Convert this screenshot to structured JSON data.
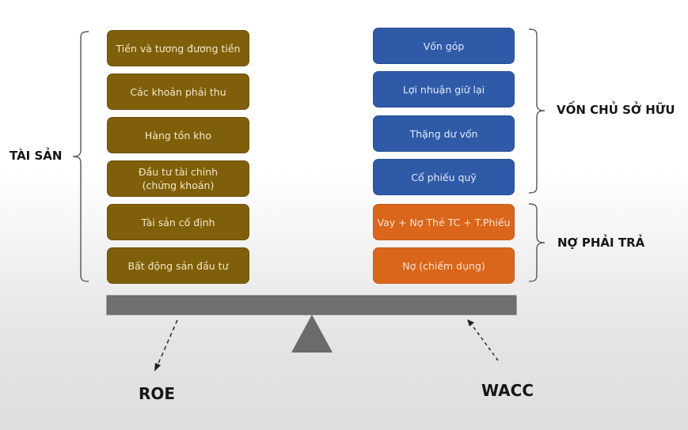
{
  "assets": {
    "label": "TÀI SẢN",
    "items": [
      "Tiền và tương đương tiền",
      "Các khoản phải thu",
      "Hàng tồn kho",
      "Đầu tư tài chính\n(chứng khoán)",
      "Tài sản cố định",
      "Bất động sản đầu tư"
    ],
    "color": "#7f5f0a"
  },
  "equity": {
    "label": "VỐN CHỦ SỞ HỮU",
    "items": [
      "Vốn góp",
      "Lợi nhuận giữ lại",
      "Thặng dư vốn",
      "Cổ phiếu quỹ"
    ],
    "color": "#2e5aa7"
  },
  "liabilities": {
    "label": "NỢ PHẢI TRẢ",
    "items": [
      "Vay + Nợ Thẻ TC + T.Phiếu",
      "Nợ (chiếm dụng)"
    ],
    "color": "#d9661a"
  },
  "metrics": {
    "left": "ROE",
    "right": "WACC"
  }
}
